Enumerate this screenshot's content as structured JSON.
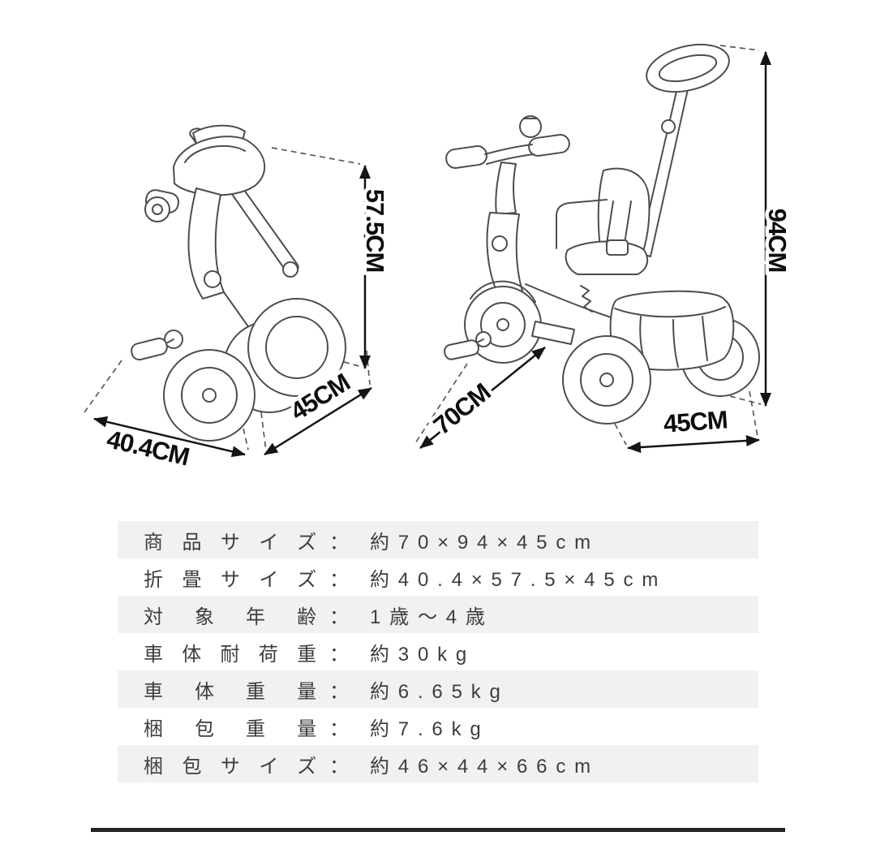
{
  "colors": {
    "row_stripe": "#f1f1f1",
    "line_art": "#4d4d4d",
    "dimension": "#141414"
  },
  "diagram": {
    "folded": {
      "width": "40.4CM",
      "depth": "45CM",
      "height": "57.5CM"
    },
    "open": {
      "length": "70CM",
      "width": "45CM",
      "height": "94CM"
    }
  },
  "spec_table": {
    "separator": "：",
    "rows": [
      {
        "label": "商品サイズ",
        "value": "約70×94×45cm"
      },
      {
        "label": "折畳サイズ",
        "value": "約40.4×57.5×45cm"
      },
      {
        "label": "対象年齢",
        "value": "1歳～4歳"
      },
      {
        "label": "車体耐荷重",
        "value": "約30kg"
      },
      {
        "label": "車体重量",
        "value": "約6.65kg"
      },
      {
        "label": "梱包重量",
        "value": "約7.6kg"
      },
      {
        "label": "梱包サイズ",
        "value": "約46×44×66cm"
      }
    ]
  }
}
